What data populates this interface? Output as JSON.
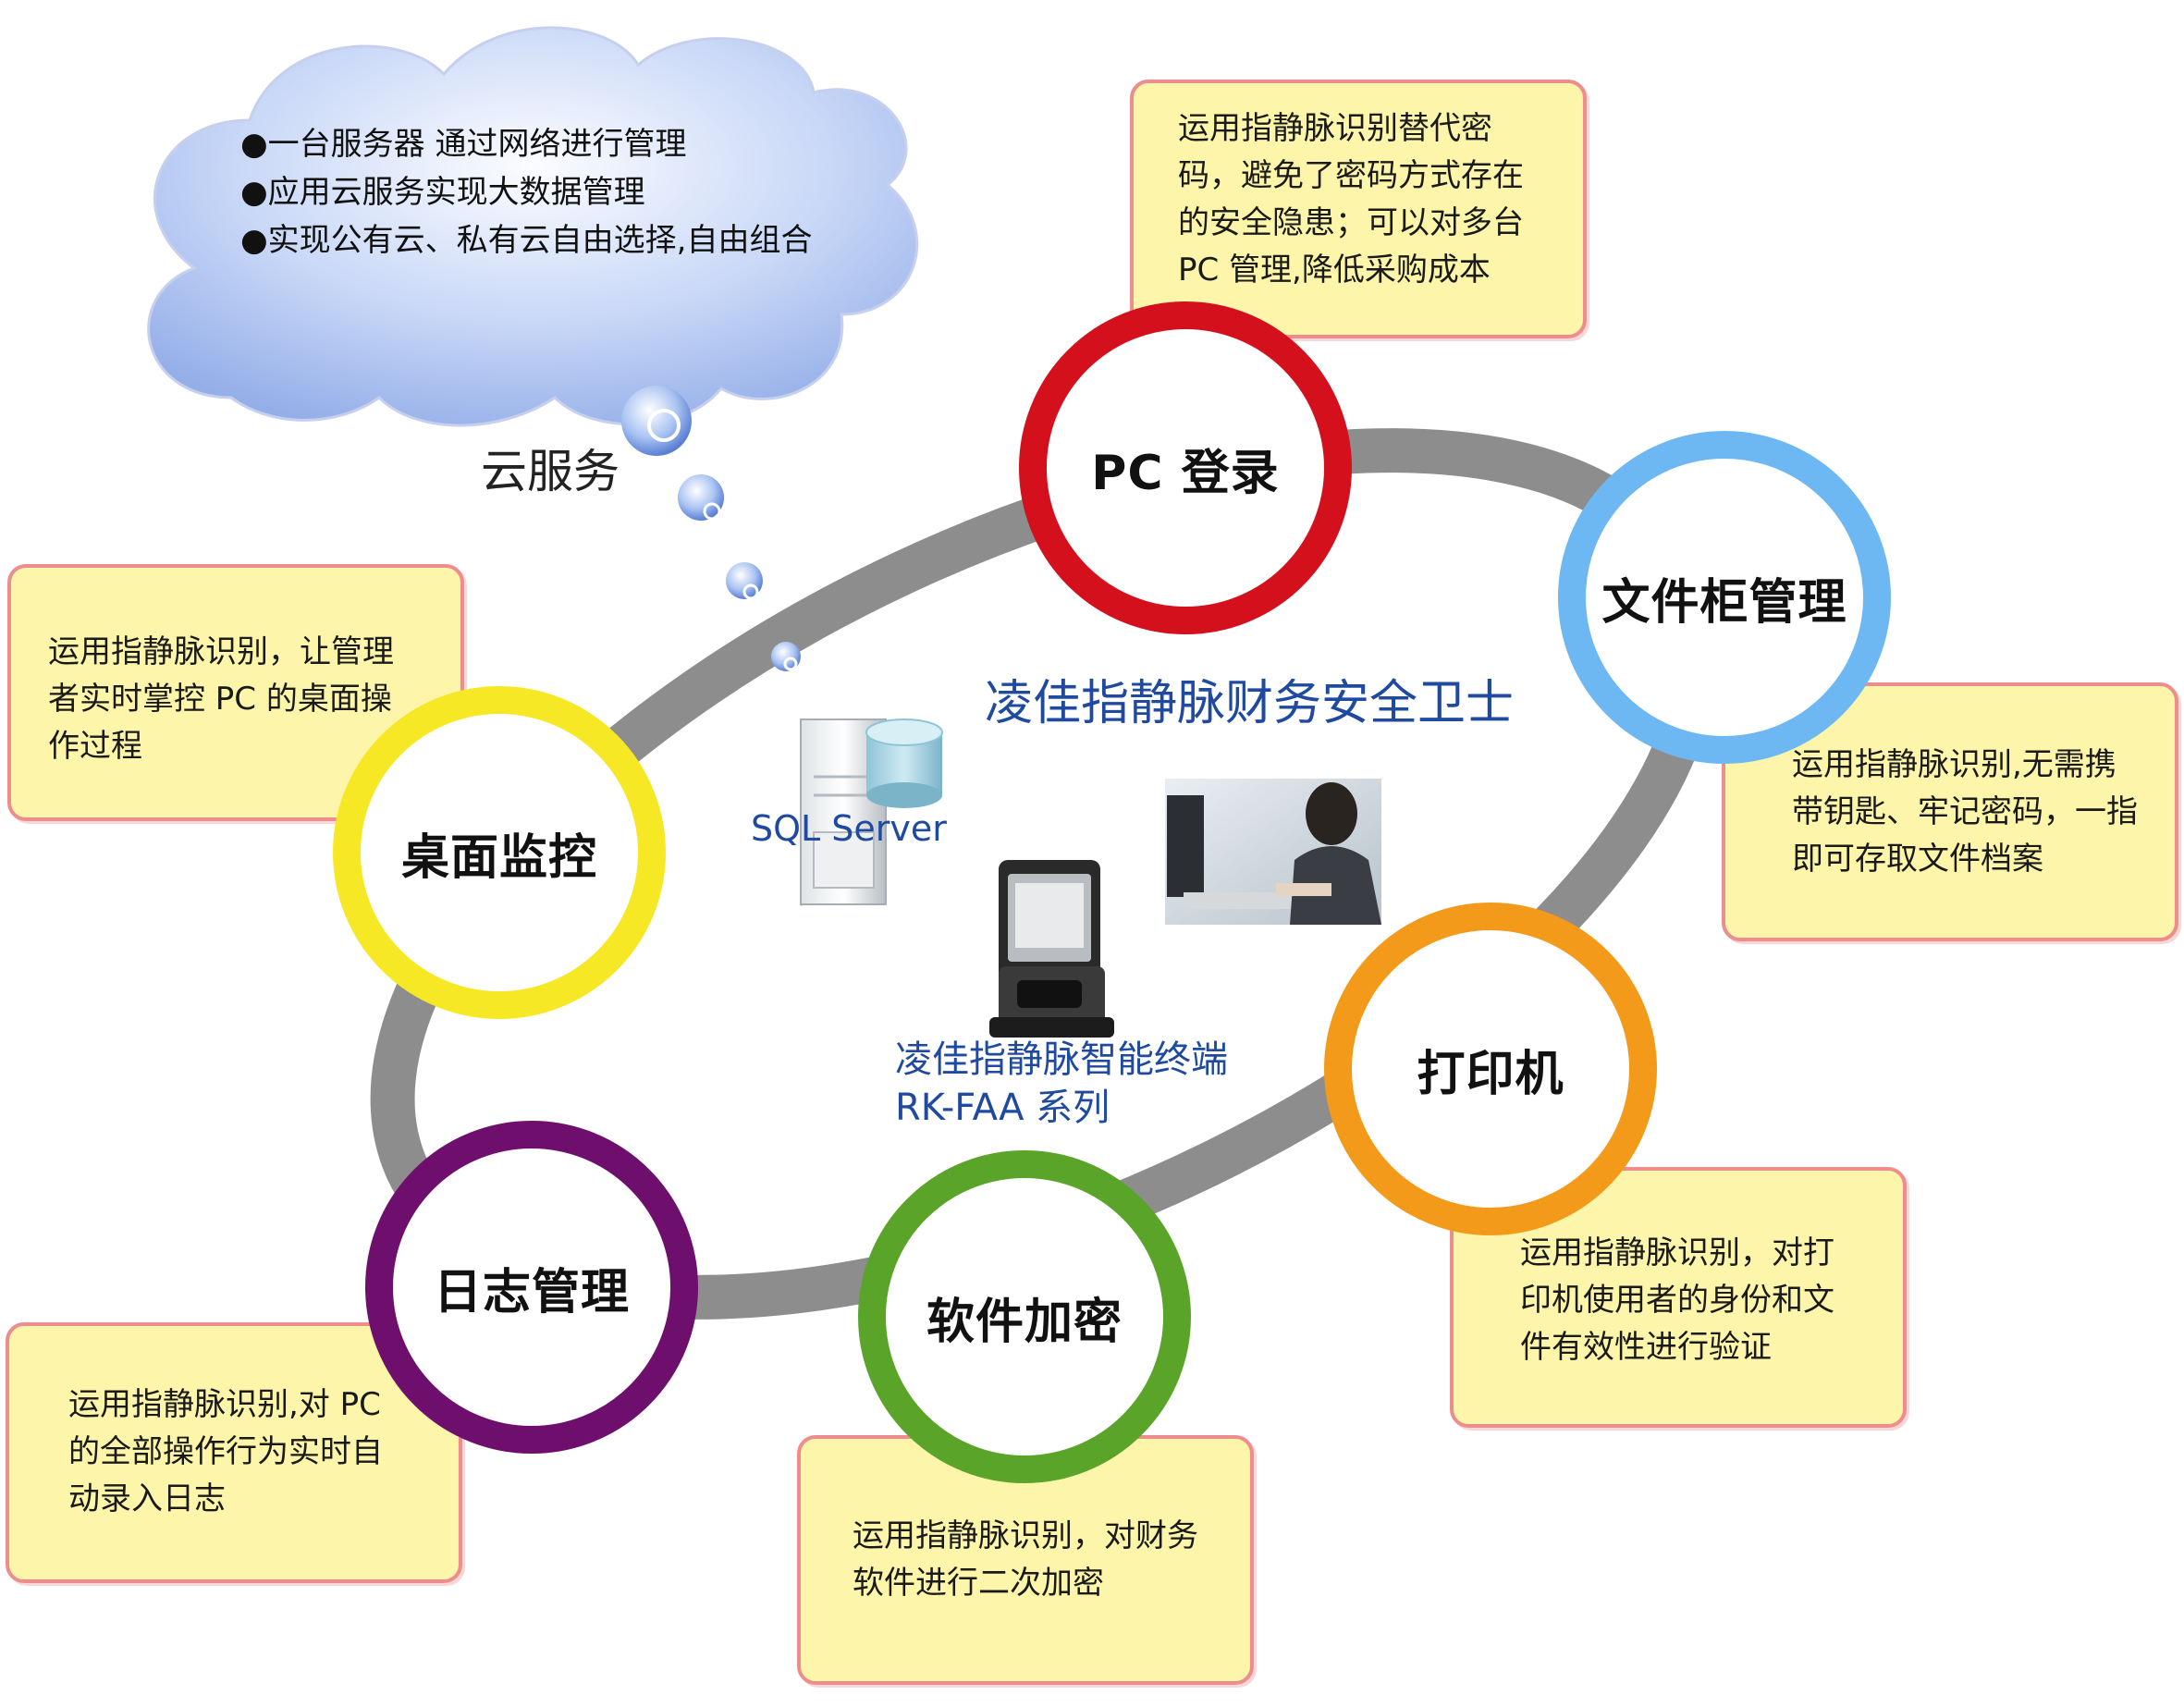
{
  "cloud": {
    "bullets": [
      "●一台服务器 通过网络进行管理",
      "●应用云服务实现大数据管理",
      "●实现公有云、私有云自由选择,自由组合"
    ],
    "label": "云服务"
  },
  "center": {
    "title": "凌佳指静脉财务安全卫士",
    "server_label": "SQL  Server",
    "terminal_line1": "凌佳指静脉智能终端",
    "terminal_line2": "RK-FAA 系列"
  },
  "nodes": {
    "pc_login": {
      "label": "PC  登录",
      "color": "#d4101c",
      "desc": [
        "运用指静脉识别替代密",
        "码，避免了密码方式存在",
        "的安全隐患；可以对多台",
        "PC 管理,降低采购成本"
      ]
    },
    "file_cabinet": {
      "label": "文件柜管理",
      "color": "#6db7f2",
      "desc": [
        "运用指静脉识别,无需携",
        "带钥匙、牢记密码，一指",
        "即可存取文件档案"
      ]
    },
    "printer": {
      "label": "打印机",
      "color": "#f39a1b",
      "desc": [
        "运用指静脉识别，对打",
        "印机使用者的身份和文",
        "件有效性进行验证"
      ]
    },
    "software_encrypt": {
      "label": "软件加密",
      "color": "#5aa42a",
      "desc": [
        "运用指静脉识别，对财务",
        "软件进行二次加密"
      ]
    },
    "log_mgmt": {
      "label": "日志管理",
      "color": "#6e0f6e",
      "desc": [
        "运用指静脉识别,对 PC",
        "的全部操作行为实时自",
        "动录入日志"
      ]
    },
    "desktop_monitor": {
      "label": "桌面监控",
      "color": "#f7e825",
      "desc": [
        "运用指静脉识别，让管理",
        "者实时掌控 PC 的桌面操",
        "作过程"
      ]
    }
  }
}
